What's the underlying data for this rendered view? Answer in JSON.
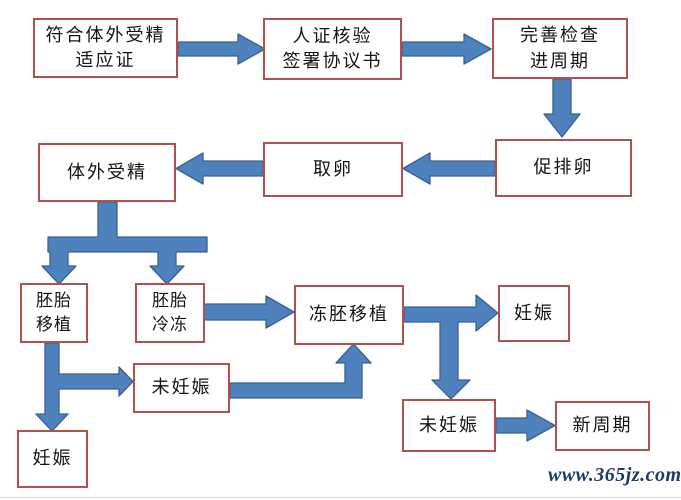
{
  "diagram": {
    "nodes": {
      "eligibility": {
        "label": "符合体外受精\n适应证"
      },
      "verification": {
        "label": "人证核验\n签署协议书"
      },
      "exam": {
        "label": "完善检查\n进周期"
      },
      "ovulation": {
        "label": "促排卵"
      },
      "egg_retrieval": {
        "label": "取卵"
      },
      "ivf": {
        "label": "体外受精"
      },
      "embryo_transfer": {
        "label": "胚胎\n移植"
      },
      "embryo_freeze": {
        "label": "胚胎\n冷冻"
      },
      "frozen_transfer": {
        "label": "冻胚移植"
      },
      "pregnancy_right": {
        "label": "妊娠"
      },
      "not_pregnant_left": {
        "label": "未妊娠"
      },
      "pregnancy_left": {
        "label": "妊娠"
      },
      "not_pregnant_right": {
        "label": "未妊娠"
      },
      "new_cycle": {
        "label": "新周期"
      }
    },
    "colors": {
      "box_border": "#b2504b",
      "arrow_fill": "#4f81bd",
      "arrow_stroke": "#38618f",
      "watermark": "#1b3b6b"
    },
    "watermark": {
      "text": "www.365jz.com"
    }
  }
}
